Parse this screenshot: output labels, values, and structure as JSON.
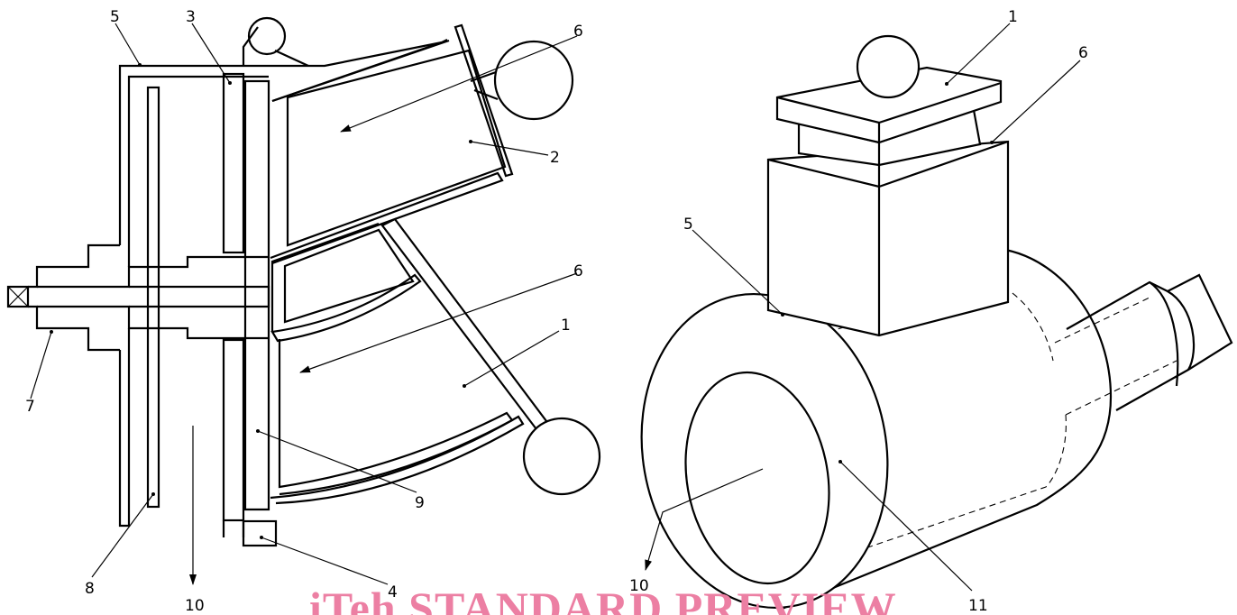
{
  "left_view": {
    "labels": [
      "5",
      "3",
      "6",
      "2",
      "6",
      "1",
      "7",
      "9",
      "8",
      "4",
      "10"
    ]
  },
  "right_view": {
    "labels": [
      "1",
      "6",
      "5",
      "10",
      "11"
    ]
  },
  "watermark": {
    "text": "iTeh STANDARD PREVIEW",
    "color": "#ec7fa3"
  }
}
